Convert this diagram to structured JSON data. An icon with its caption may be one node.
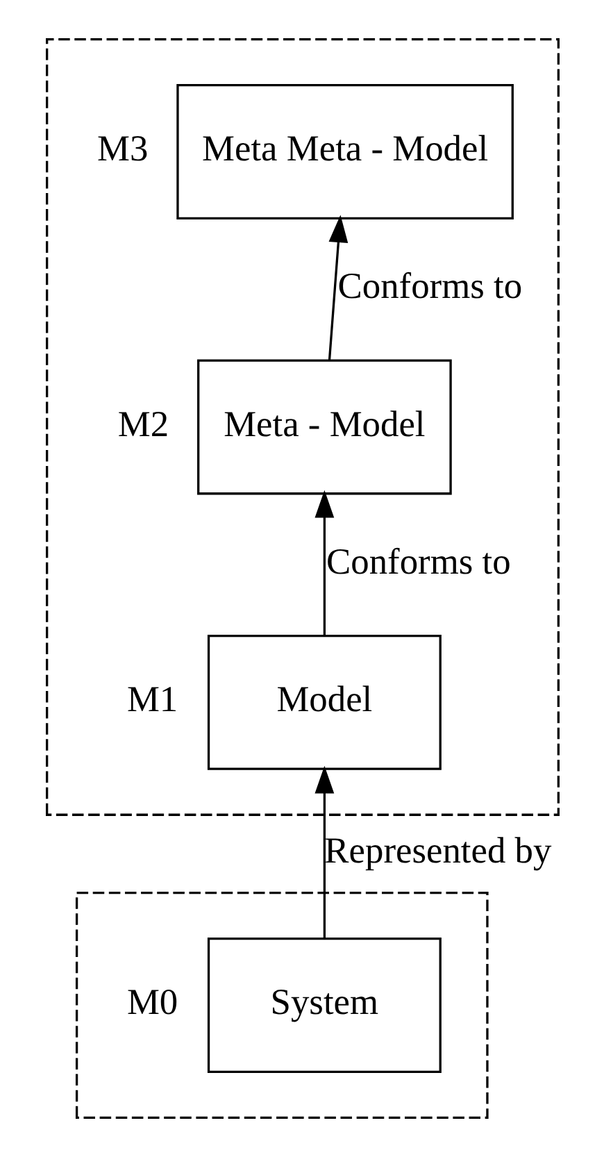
{
  "diagram": {
    "nodes": [
      {
        "text": [],
        "shape": "box"
      },
      {
        "text": [
          "Meta Meta - Model"
        ],
        "in": 0,
        "beside": [
          "M3"
        ]
      },
      {
        "text": [
          "Meta - Model"
        ],
        "in": 0,
        "beside": [
          "M2"
        ]
      },
      {
        "text": [
          "Model"
        ],
        "in": 0,
        "beside": [
          "M1"
        ]
      },
      {
        "text": [],
        "shape": "box"
      },
      {
        "text": [
          "System"
        ],
        "in": 4,
        "beside": [
          "M0"
        ]
      }
    ],
    "edges": [
      {
        "from": 2,
        "to": 1,
        "arrow": "to",
        "label": "Conforms to"
      },
      {
        "from": 3,
        "to": 2,
        "arrow": "to",
        "label": "Conforms to"
      },
      {
        "from": 5,
        "to": 3,
        "arrow": "to",
        "label": "Represented by"
      }
    ]
  }
}
